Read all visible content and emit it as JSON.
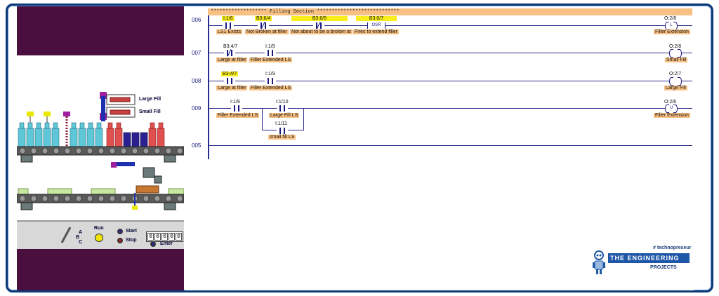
{
  "simulation": {
    "labels": {
      "large_fill": "Large Fill",
      "small_fill": "Small Fill"
    },
    "controls": {
      "selector": [
        "A",
        "B",
        "C"
      ],
      "run_label": "Run",
      "start_label": "Start",
      "stop_label": "Stop",
      "enter_label": "Enter",
      "counter_digits": [
        "0",
        "0",
        "0",
        "0",
        "0"
      ]
    }
  },
  "ladder": {
    "section_title": "******************* Filling Section ****************************",
    "rungs": [
      {
        "number": "006",
        "contacts": [
          {
            "address": "I:1/6",
            "label": "LS1 Exists",
            "type": "NO"
          },
          {
            "address": "B3:6/4",
            "label": "Not Broken at filler",
            "type": "NC"
          },
          {
            "address": "B3:6/5",
            "label": "Not about to be a broken at",
            "type": "NC"
          },
          {
            "address": "B3:0/7",
            "label": "Fires to extend filler",
            "type": "OSR",
            "symbol": "OSR"
          }
        ],
        "output": {
          "address": "O:2/6",
          "label": "Filler Extension",
          "symbol": "L"
        }
      },
      {
        "number": "007",
        "contacts": [
          {
            "address": "B3:4/7",
            "label": "Large at filler",
            "type": "NC"
          },
          {
            "address": "I:1/9",
            "label": "Filler Extended LS",
            "type": "NO"
          }
        ],
        "output": {
          "address": "O:2/8",
          "label": "Small Fill",
          "symbol": ""
        }
      },
      {
        "number": "008",
        "contacts": [
          {
            "address": "B3:4/7",
            "label": "Large at filler",
            "type": "NO"
          },
          {
            "address": "I:1/9",
            "label": "Filler Extended LS",
            "type": "NO"
          }
        ],
        "output": {
          "address": "O:2/7",
          "label": "Large Fill",
          "symbol": ""
        }
      },
      {
        "number": "009",
        "contacts": [
          {
            "address": "I:1/9",
            "label": "Filler Extended LS",
            "type": "NO"
          },
          {
            "address": "I:1/10",
            "label": "Large Fill LS",
            "type": "NO"
          },
          {
            "address": "I:1/11",
            "label": "small fill LS",
            "type": "NO"
          }
        ],
        "output": {
          "address": "O:2/6",
          "label": "Filler Extension",
          "symbol": "U"
        }
      },
      {
        "number": "005"
      }
    ]
  },
  "logo": {
    "tag": "# technopreseur",
    "main": "THE ENGINEERING",
    "sub": "PROJECTS"
  },
  "colors": {
    "frame": "#0d3a78",
    "sim_header": "#4a0f3f",
    "label_bg": "#f8c183",
    "highlight": "#f7ee1c",
    "rung_line": "#2c2c8c"
  }
}
